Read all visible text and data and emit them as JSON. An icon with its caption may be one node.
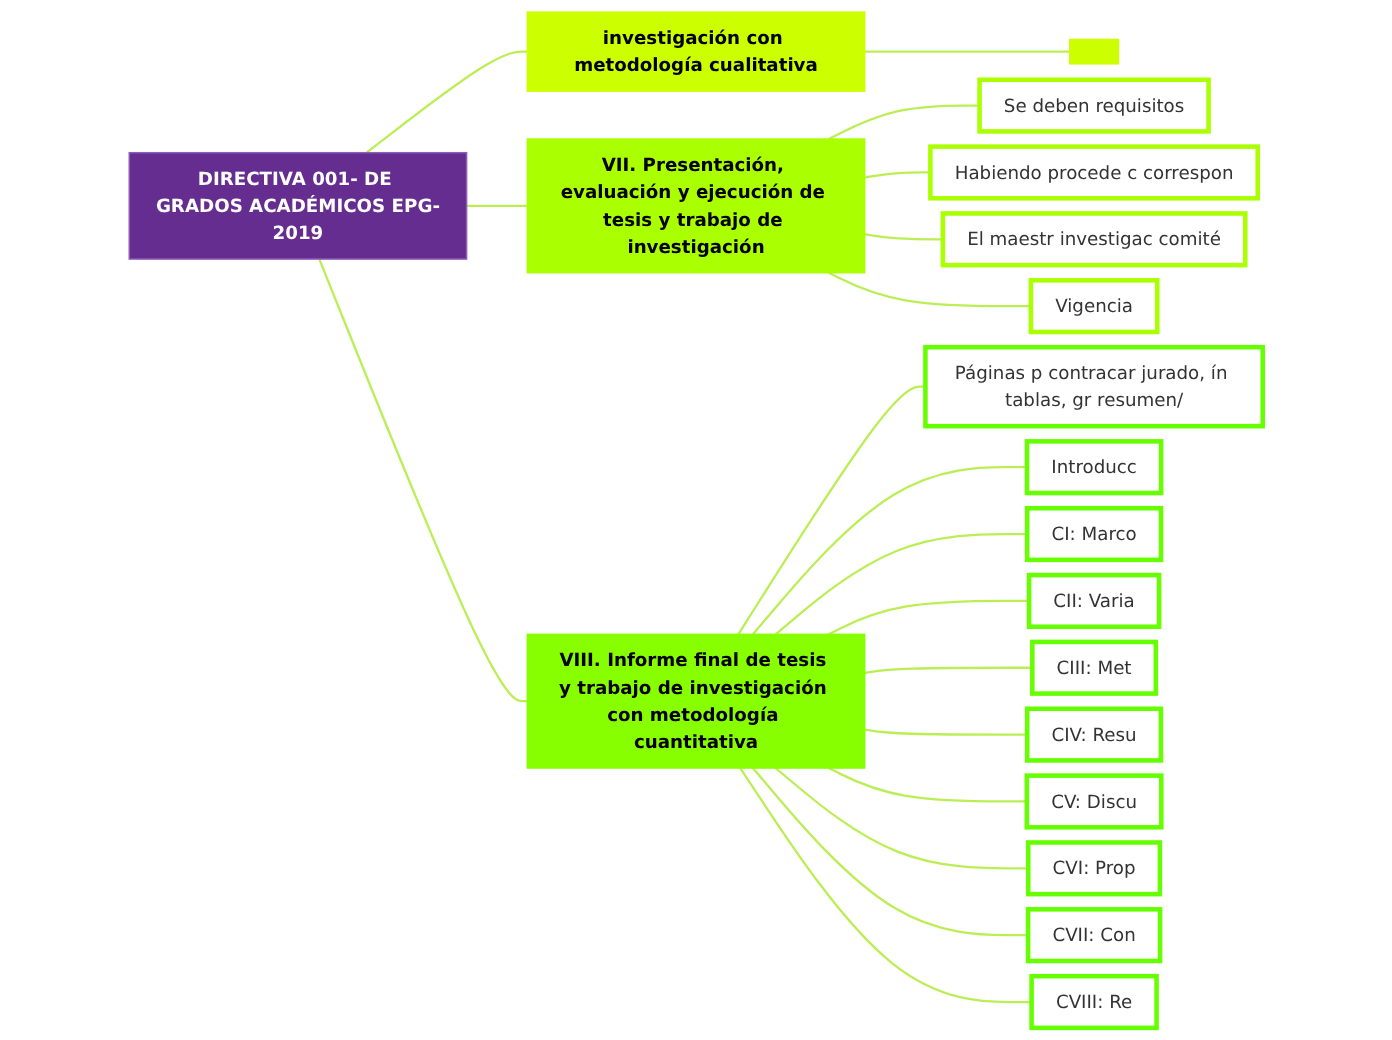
{
  "diagram": {
    "nodes": [
      {
        "text": [
          "DIRECTIVA 001- DE GRADOS ACADÉMICOS EPG-2019"
        ]
      },
      {
        "text": [
          "investigación con metodología cualitativa"
        ]
      },
      {
        "text": [],
        "shape": "box"
      },
      {
        "text": [
          "VII. Presentación, evaluación y ejecución de tesis y trabajo de investigación"
        ]
      },
      {
        "text": [
          "Se deben requisitos"
        ]
      },
      {
        "text": [
          "Habiendo procede c correspon"
        ]
      },
      {
        "text": [
          "El maestr investigac comité"
        ]
      },
      {
        "text": [
          "Vigencia"
        ]
      },
      {
        "text": [
          "VIII. Informe final de tesis y trabajo de investigación con metodología cuantitativa"
        ]
      },
      {
        "text": [
          "Páginas p contracar jurado, ín tablas, gr resumen/"
        ]
      },
      {
        "text": [
          "Introducc"
        ]
      },
      {
        "text": [
          "CI: Marco"
        ]
      },
      {
        "text": [
          "CII: Varia"
        ]
      },
      {
        "text": [
          "CIII: Met"
        ]
      },
      {
        "text": [
          "CIV: Resu"
        ]
      },
      {
        "text": [
          "CV: Discu"
        ]
      },
      {
        "text": [
          "CVI: Prop"
        ]
      },
      {
        "text": [
          "CVII: Con"
        ]
      },
      {
        "text": [
          "CVIII: Re"
        ]
      }
    ],
    "edges": [
      {
        "from": 0,
        "to": 1,
        "arrow": "none"
      },
      {
        "from": 1,
        "to": 2,
        "arrow": "none"
      },
      {
        "from": 0,
        "to": 3,
        "arrow": "none"
      },
      {
        "from": 3,
        "to": 4,
        "arrow": "none"
      },
      {
        "from": 3,
        "to": 5,
        "arrow": "none"
      },
      {
        "from": 3,
        "to": 6,
        "arrow": "none"
      },
      {
        "from": 3,
        "to": 7,
        "arrow": "none"
      },
      {
        "from": 0,
        "to": 8,
        "arrow": "none"
      },
      {
        "from": 8,
        "to": 9,
        "arrow": "none"
      },
      {
        "from": 8,
        "to": 10,
        "arrow": "none"
      },
      {
        "from": 8,
        "to": 11,
        "arrow": "none"
      },
      {
        "from": 8,
        "to": 12,
        "arrow": "none"
      },
      {
        "from": 8,
        "to": 13,
        "arrow": "none"
      },
      {
        "from": 8,
        "to": 14,
        "arrow": "none"
      },
      {
        "from": 8,
        "to": 15,
        "arrow": "none"
      },
      {
        "from": 8,
        "to": 16,
        "arrow": "none"
      },
      {
        "from": 8,
        "to": 17,
        "arrow": "none"
      },
      {
        "from": 8,
        "to": 18,
        "arrow": "none"
      }
    ]
  }
}
